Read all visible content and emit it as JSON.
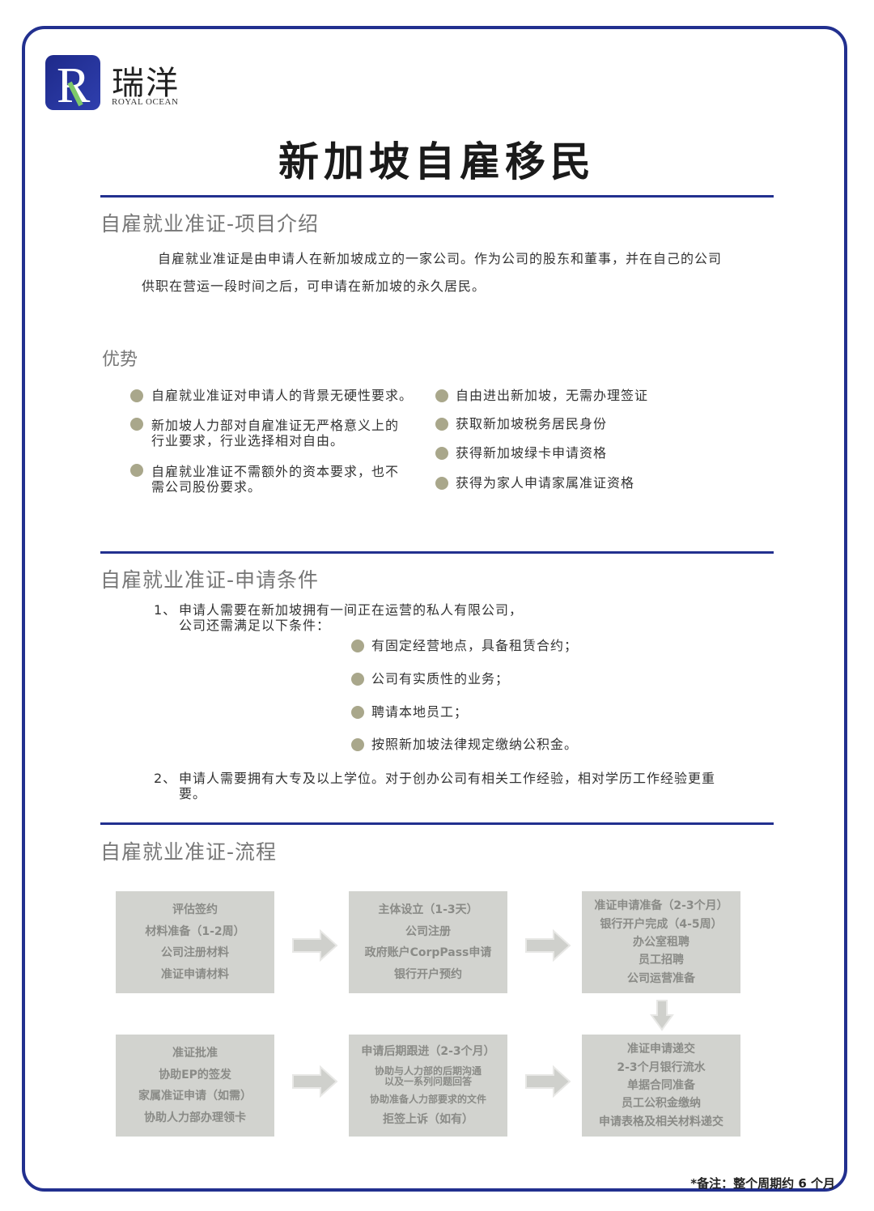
{
  "logo": {
    "cn": "瑞洋",
    "en": "ROYAL OCEAN",
    "letter": "R"
  },
  "title": "新加坡自雇移民",
  "intro": {
    "heading": "自雇就业准证-项目介绍",
    "line1": "自雇就业准证是由申请人在新加坡成立的一家公司。作为公司的股东和董事，并在自己的公司",
    "line2": "供职在营运一段时间之后，可申请在新加坡的永久居民。"
  },
  "advantages": {
    "heading": "优势",
    "left": [
      {
        "l1": "自雇就业准证对申请人的背景无硬性要求。",
        "l2": ""
      },
      {
        "l1": "新加坡人力部对自雇准证无严格意义上的",
        "l2": "行业要求，行业选择相对自由。"
      },
      {
        "l1": "自雇就业准证不需额外的资本要求，也不",
        "l2": "需公司股份要求。"
      }
    ],
    "right": [
      "自由进出新加坡，无需办理签证",
      "获取新加坡税务居民身份",
      "获得新加坡绿卡申请资格",
      "获得为家人申请家属准证资格"
    ]
  },
  "conditions": {
    "heading": "自雇就业准证-申请条件",
    "item1_num": "1、",
    "item1_l1": "申请人需要在新加坡拥有一间正在运营的私人有限公司，",
    "item1_l2": "公司还需满足以下条件：",
    "sub": [
      "有固定经营地点，具备租赁合约；",
      "公司有实质性的业务；",
      "聘请本地员工；",
      "按照新加坡法律规定缴纳公积金。"
    ],
    "item2_num": "2、",
    "item2_l1": "申请人需要拥有大专及以上学位。对于创办公司有相关工作经验，相对学历工作经验更重",
    "item2_l2": "要。"
  },
  "process": {
    "heading": "自雇就业准证-流程",
    "box1": [
      "评估签约",
      "材料准备（1-2周）",
      "公司注册材料",
      "准证申请材料"
    ],
    "box2": [
      "主体设立（1-3天）",
      "公司注册",
      "政府账户CorpPass申请",
      "银行开户预约"
    ],
    "box3": [
      "准证申请准备（2-3个月）",
      "银行开户完成（4-5周）",
      "办公室租聘",
      "员工招聘",
      "公司运营准备"
    ],
    "box4": [
      "准证申请递交",
      "2-3个月银行流水",
      "单据合同准备",
      "员工公积金缴纳",
      "申请表格及相关材料递交"
    ],
    "box5": [
      "申请后期跟进（2-3个月）",
      "协助与人力部的后期沟通",
      "以及一系列问题回答",
      "协助准备人力部要求的文件",
      "拒签上诉（如有）"
    ],
    "box6": [
      "准证批准",
      "协助EP的签发",
      "家属准证申请（如需）",
      "协助人力部办理领卡"
    ]
  },
  "note": "*备注：整个周期约 6 个月",
  "colors": {
    "accent": "#22308f",
    "dot": "#a9a78b",
    "box": "#d2d3cf"
  }
}
